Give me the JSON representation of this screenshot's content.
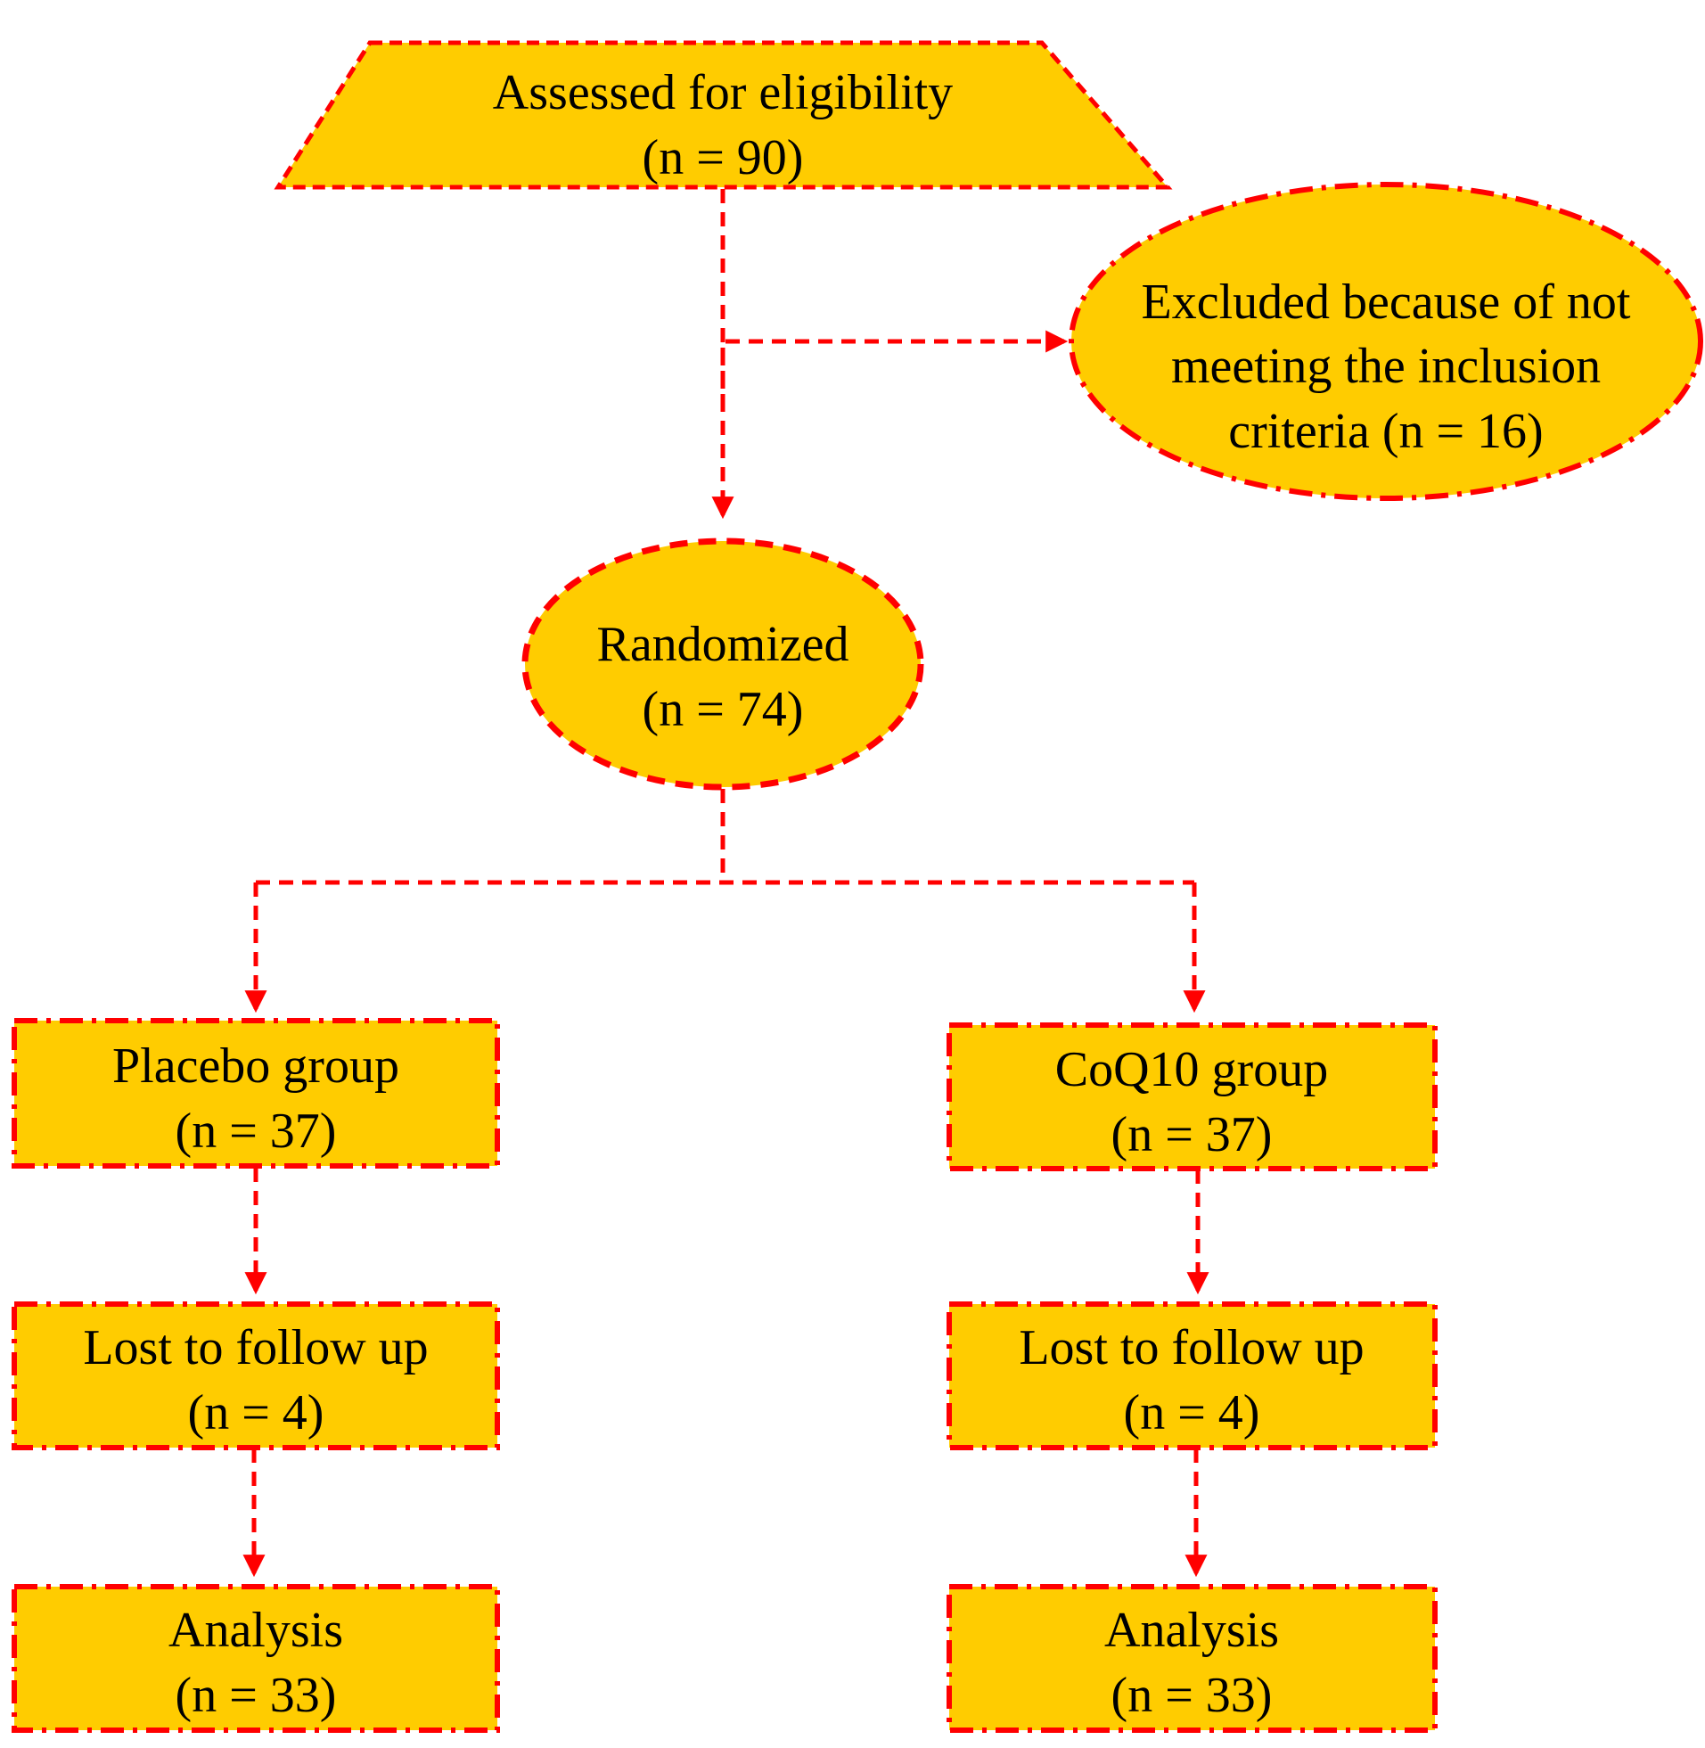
{
  "colors": {
    "box_fill": "#FFCC00",
    "border": "#FF0000",
    "text": "#000000",
    "background": "#FFFFFF"
  },
  "nodes": {
    "assessed": {
      "line1": "Assessed for eligibility",
      "line2": "(n = 90)"
    },
    "excluded": {
      "line1": "Excluded because of not",
      "line2": "meeting the inclusion",
      "line3": "criteria (n = 16)"
    },
    "randomized": {
      "line1": "Randomized",
      "line2": "(n = 74)"
    },
    "placebo_group": {
      "line1": "Placebo group",
      "line2": "(n = 37)"
    },
    "coq10_group": {
      "line1": "CoQ10 group",
      "line2": "(n = 37)"
    },
    "placebo_lost": {
      "line1": "Lost to follow up",
      "line2": "(n = 4)"
    },
    "coq10_lost": {
      "line1": "Lost to follow up",
      "line2": "(n = 4)"
    },
    "placebo_analysis": {
      "line1": "Analysis",
      "line2": "(n = 33)"
    },
    "coq10_analysis": {
      "line1": "Analysis",
      "line2": "(n = 33)"
    }
  }
}
